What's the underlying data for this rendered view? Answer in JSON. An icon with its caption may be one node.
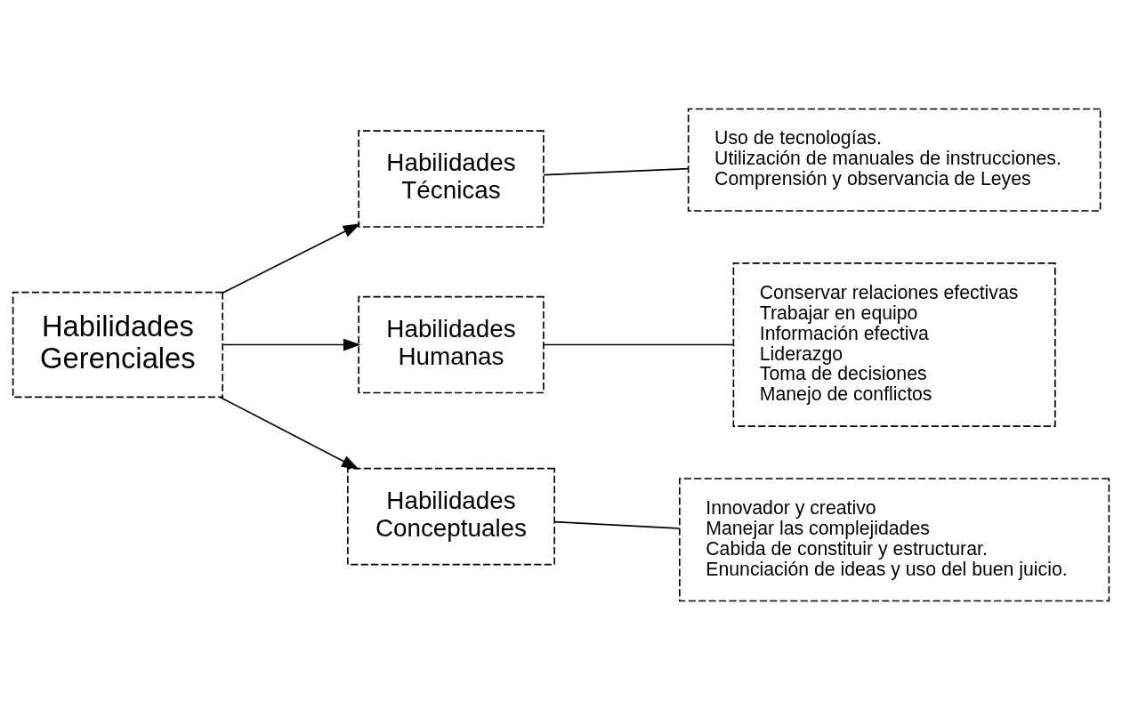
{
  "diagram": {
    "nodes": [
      {
        "text": [
          "Habilidades Gerenciales"
        ]
      },
      {
        "text": [
          "Habilidades Técnicas"
        ]
      },
      {
        "text": [
          "Uso de tecnologías.",
          "Utilización de manuales de instrucciones.",
          "Comprensión y observancia de Leyes"
        ]
      },
      {
        "text": [
          "Habilidades Humanas"
        ]
      },
      {
        "text": [
          "Conservar relaciones efectivas",
          "Trabajar en equipo",
          "Información efectiva",
          "Liderazgo",
          "Toma de decisiones",
          "Manejo de conflictos"
        ]
      },
      {
        "text": [
          "Habilidades Conceptuales"
        ]
      },
      {
        "text": [
          "Innovador y creativo",
          "Manejar las complejidades",
          "Cabida de constituir y estructurar.",
          "Enunciación de ideas y uso del buen juicio."
        ]
      }
    ],
    "edges": [
      {
        "from": 0,
        "to": 1,
        "arrow": "to"
      },
      {
        "from": 0,
        "to": 3,
        "arrow": "to"
      },
      {
        "from": 0,
        "to": 5,
        "arrow": "to"
      },
      {
        "from": 1,
        "to": 2,
        "arrow": "none"
      },
      {
        "from": 3,
        "to": 4,
        "arrow": "none"
      },
      {
        "from": 5,
        "to": 6,
        "arrow": "none"
      }
    ]
  }
}
